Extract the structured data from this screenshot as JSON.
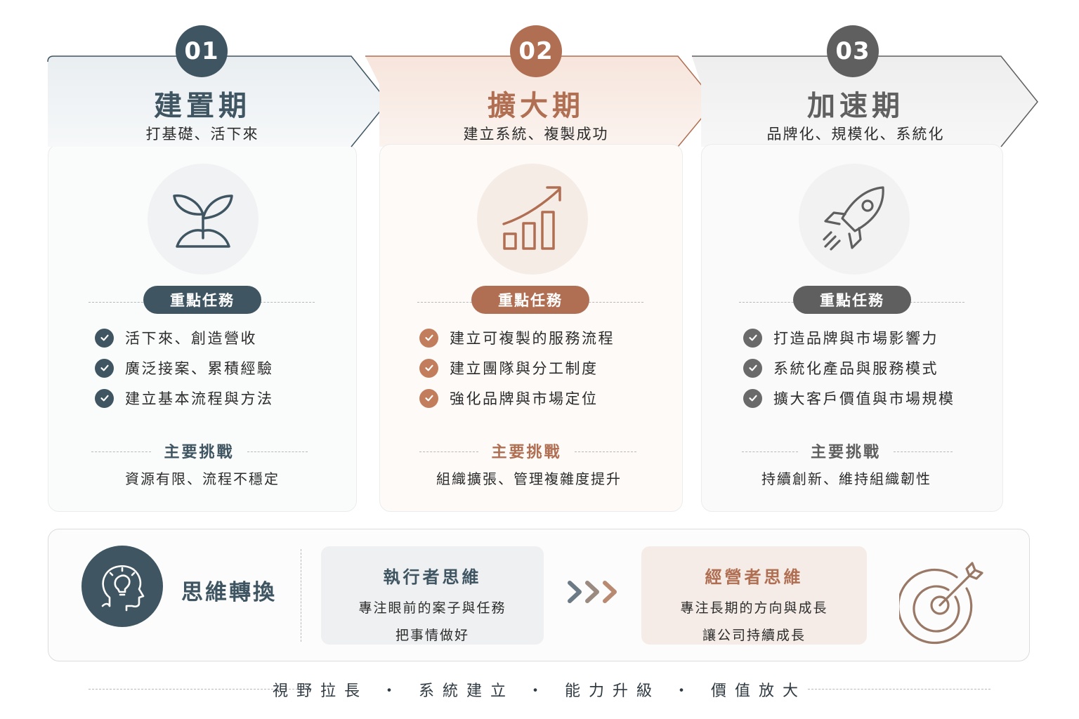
{
  "stages": [
    {
      "number": "01",
      "title": "建置期",
      "subtitle": "打基礎、活下來",
      "icon": "sprout-icon",
      "task_label": "重點任務",
      "tasks": [
        "活下來、創造營收",
        "廣泛接案、累積經驗",
        "建立基本流程與方法"
      ],
      "challenge_label": "主要挑戰",
      "challenge": "資源有限、流程不穩定",
      "color": "#3f5562"
    },
    {
      "number": "02",
      "title": "擴大期",
      "subtitle": "建立系統、複製成功",
      "icon": "growth-chart-icon",
      "task_label": "重點任務",
      "tasks": [
        "建立可複製的服務流程",
        "建立團隊與分工制度",
        "強化品牌與市場定位"
      ],
      "challenge_label": "主要挑戰",
      "challenge": "組織擴張、管理複雜度提升",
      "color": "#b06f52"
    },
    {
      "number": "03",
      "title": "加速期",
      "subtitle": "品牌化、規模化、系統化",
      "icon": "rocket-icon",
      "task_label": "重點任務",
      "tasks": [
        "打造品牌與市場影響力",
        "系統化產品與服務模式",
        "擴大客戶價值與市場規模"
      ],
      "challenge_label": "主要挑戰",
      "challenge": "持續創新、維持組織韌性",
      "color": "#5f5f5f"
    }
  ],
  "mindset": {
    "label": "思維轉換",
    "icon": "head-lightbulb-icon",
    "from": {
      "title": "執行者思維",
      "line1": "專注眼前的案子與任務",
      "line2": "把事情做好"
    },
    "to": {
      "title": "經營者思維",
      "line1": "專注長期的方向與成長",
      "line2": "讓公司持續成長"
    },
    "arrow_icon": "triple-chevron-icon",
    "goal_icon": "target-arrow-icon"
  },
  "footer": "視野拉長 ・ 系統建立 ・ 能力升級 ・ 價值放大"
}
